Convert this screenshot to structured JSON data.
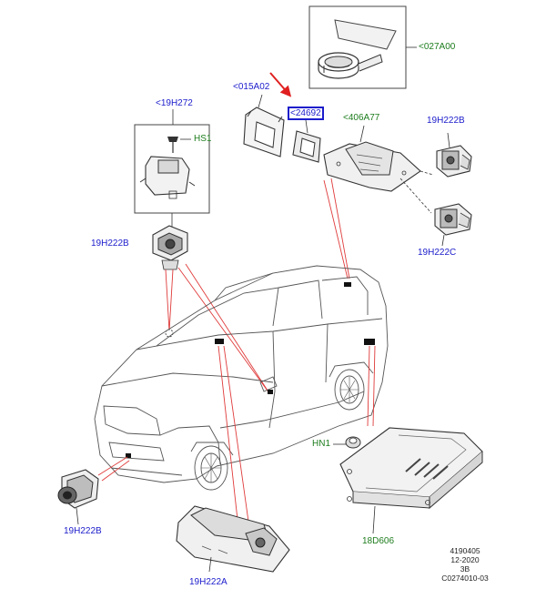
{
  "labels": {
    "l027A00": "<027A00",
    "l015A02": "<015A02",
    "l24692": "<24692",
    "l406A77": "<406A77",
    "l19H272": "<19H272",
    "lHS1": "HS1",
    "l19H222B_top": "19H222B",
    "l19H222B_left": "19H222B",
    "l19H222C": "19H222C",
    "lHN1": "HN1",
    "l19H222B_bottom": "19H222B",
    "l19H222A": "19H222A",
    "l18D606": "18D606"
  },
  "meta": {
    "line1": "4190405",
    "line2": "12-2020",
    "line3": "3B",
    "line4": "C0274010-03"
  },
  "colors": {
    "part_number_blue": "#1c1ccc",
    "fastener_green": "#1e7d1e",
    "leader_red": "#e03a3a",
    "highlight_arrow": "#e02020",
    "linework": "#333333"
  }
}
